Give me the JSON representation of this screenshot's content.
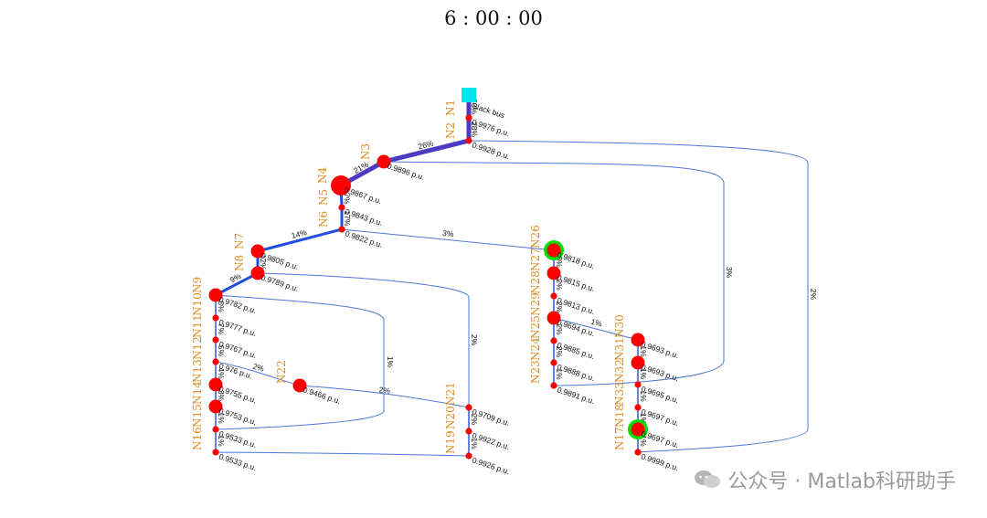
{
  "title": "6 : 00 : 00",
  "slack_label": "Slack bus",
  "watermark_text": "公众号 · Matlab科研助手",
  "colors": {
    "line": "#1f4fe0",
    "heavy": "#4b3bc4",
    "tie": "#4a78d6",
    "bus": "#ff0000",
    "gen": "#00dd00",
    "slack": "#00e5ee",
    "name": "#e08a1e"
  },
  "buses": [
    {
      "id": "N1",
      "voltage": "0.9976 p.u.",
      "size": "small",
      "gen": false
    },
    {
      "id": "N2",
      "voltage": "0.9928 p.u.",
      "size": "small",
      "gen": false
    },
    {
      "id": "N3",
      "voltage": "0.9896 p.u.",
      "size": "medium",
      "gen": false
    },
    {
      "id": "N4",
      "voltage": "0.9867 p.u.",
      "size": "large",
      "gen": false
    },
    {
      "id": "N5",
      "voltage": "0.9843 p.u.",
      "size": "small",
      "gen": false
    },
    {
      "id": "N6",
      "voltage": "0.9822 p.u.",
      "size": "small",
      "gen": false
    },
    {
      "id": "N7",
      "voltage": "0.9805 p.u.",
      "size": "medium",
      "gen": false
    },
    {
      "id": "N8",
      "voltage": "0.9789 p.u.",
      "size": "medium",
      "gen": false
    },
    {
      "id": "N9",
      "voltage": "0.9782 p.u.",
      "size": "medium",
      "gen": false
    },
    {
      "id": "N10",
      "voltage": "0.9777 p.u.",
      "size": "small",
      "gen": false
    },
    {
      "id": "N11",
      "voltage": "0.9767 p.u.",
      "size": "small",
      "gen": false
    },
    {
      "id": "N12",
      "voltage": "0.976 p.u.",
      "size": "small",
      "gen": false
    },
    {
      "id": "N13",
      "voltage": "0.9755 p.u.",
      "size": "medium",
      "gen": false
    },
    {
      "id": "N14",
      "voltage": "0.9753 p.u.",
      "size": "medium",
      "gen": false
    },
    {
      "id": "N15",
      "voltage": "0.9533 p.u.",
      "size": "small",
      "gen": false
    },
    {
      "id": "N16",
      "voltage": "0.9533 p.u.",
      "size": "small",
      "gen": false
    },
    {
      "id": "N17",
      "voltage": "0.9999 p.u.",
      "size": "small",
      "gen": false
    },
    {
      "id": "N18",
      "voltage": "0.9697 p.u.",
      "size": "medium",
      "gen": true
    },
    {
      "id": "N19",
      "voltage": "0.9926 p.u.",
      "size": "small",
      "gen": false
    },
    {
      "id": "N20",
      "voltage": "0.9922 p.u.",
      "size": "small",
      "gen": false
    },
    {
      "id": "N21",
      "voltage": "0.9709 p.u.",
      "size": "small",
      "gen": false
    },
    {
      "id": "N22",
      "voltage": "0.9466 p.u.",
      "size": "medium",
      "gen": false
    },
    {
      "id": "N23",
      "voltage": "0.9891 p.u.",
      "size": "small",
      "gen": false
    },
    {
      "id": "N24",
      "voltage": "0.9888 p.u.",
      "size": "small",
      "gen": false
    },
    {
      "id": "N25",
      "voltage": "0.9885 p.u.",
      "size": "small",
      "gen": false
    },
    {
      "id": "N26",
      "voltage": "0.9818 p.u.",
      "size": "medium",
      "gen": true
    },
    {
      "id": "N27",
      "voltage": "0.9815 p.u.",
      "size": "medium",
      "gen": false
    },
    {
      "id": "N28",
      "voltage": "0.9813 p.u.",
      "size": "small",
      "gen": false
    },
    {
      "id": "N29",
      "voltage": "0.9694 p.u.",
      "size": "medium",
      "gen": false
    },
    {
      "id": "N30",
      "voltage": "0.9693 p.u.",
      "size": "medium",
      "gen": false
    },
    {
      "id": "N31",
      "voltage": "0.9693 p.u.",
      "size": "medium",
      "gen": false
    },
    {
      "id": "N32",
      "voltage": "0.9695 p.u.",
      "size": "small",
      "gen": false
    },
    {
      "id": "N33",
      "voltage": "0.9697 p.u.",
      "size": "small",
      "gen": false
    }
  ],
  "branches": [
    {
      "from": "SB",
      "to": "N1",
      "loading": "30%",
      "style": "heavy"
    },
    {
      "from": "N1",
      "to": "N2",
      "loading": "28%",
      "style": "heavy"
    },
    {
      "from": "N2",
      "to": "N3",
      "loading": "26%",
      "style": "heavy"
    },
    {
      "from": "N3",
      "to": "N4",
      "loading": "21%",
      "style": "heavy"
    },
    {
      "from": "N4",
      "to": "N5",
      "loading": "17%",
      "style": "main"
    },
    {
      "from": "N5",
      "to": "N6",
      "loading": "17%",
      "style": "main"
    },
    {
      "from": "N6",
      "to": "N7",
      "loading": "14%",
      "style": "main"
    },
    {
      "from": "N7",
      "to": "N8",
      "loading": "12%",
      "style": "main"
    },
    {
      "from": "N8",
      "to": "N9",
      "loading": "9%",
      "style": "main"
    },
    {
      "from": "N9",
      "to": "N10",
      "loading": "8%",
      "style": "lateral"
    },
    {
      "from": "N10",
      "to": "N11",
      "loading": "7%",
      "style": "lateral"
    },
    {
      "from": "N11",
      "to": "N12",
      "loading": "5%",
      "style": "lateral"
    },
    {
      "from": "N12",
      "to": "N13",
      "loading": "4%",
      "style": "lateral"
    },
    {
      "from": "N13",
      "to": "N14",
      "loading": "3%",
      "style": "lateral"
    },
    {
      "from": "N14",
      "to": "N15",
      "loading": "1%",
      "style": "lateral"
    },
    {
      "from": "N15",
      "to": "N16",
      "loading": "1%",
      "style": "lateral"
    },
    {
      "from": "N12",
      "to": "N22",
      "loading": "2%",
      "style": "tie"
    },
    {
      "from": "N22",
      "to": "N21",
      "loading": "2%",
      "style": "tie"
    },
    {
      "from": "N9",
      "to": "N15",
      "loading": "1%",
      "style": "tie"
    },
    {
      "from": "N8",
      "to": "N21",
      "loading": "2%",
      "style": "tie"
    },
    {
      "from": "N21",
      "to": "N20",
      "loading": "2%",
      "style": "lateral"
    },
    {
      "from": "N20",
      "to": "N19",
      "loading": "1%",
      "style": "lateral"
    },
    {
      "from": "N6",
      "to": "N26",
      "loading": "3%",
      "style": "tie"
    },
    {
      "from": "N26",
      "to": "N27",
      "loading": "3%",
      "style": "lateral"
    },
    {
      "from": "N27",
      "to": "N28",
      "loading": "2%",
      "style": "lateral"
    },
    {
      "from": "N28",
      "to": "N29",
      "loading": "2%",
      "style": "lateral"
    },
    {
      "from": "N29",
      "to": "N25",
      "loading": "2%",
      "style": "lateral"
    },
    {
      "from": "N25",
      "to": "N24",
      "loading": "2%",
      "style": "lateral"
    },
    {
      "from": "N24",
      "to": "N23",
      "loading": "1%",
      "style": "lateral"
    },
    {
      "from": "N29",
      "to": "N30",
      "loading": "1%",
      "style": "tie"
    },
    {
      "from": "N30",
      "to": "N31",
      "loading": "1%",
      "style": "lateral"
    },
    {
      "from": "N31",
      "to": "N32",
      "loading": "1%",
      "style": "lateral"
    },
    {
      "from": "N32",
      "to": "N33",
      "loading": "1%",
      "style": "lateral"
    },
    {
      "from": "N33",
      "to": "N18",
      "loading": "1%",
      "style": "lateral"
    },
    {
      "from": "N18",
      "to": "N17",
      "loading": "1%",
      "style": "lateral"
    },
    {
      "from": "N3",
      "to": "N23",
      "loading": "3%",
      "style": "tie"
    },
    {
      "from": "N2",
      "to": "N17",
      "loading": "2%",
      "style": "tie"
    },
    {
      "from": "N16",
      "to": "N19",
      "loading": "",
      "style": "tie"
    }
  ]
}
